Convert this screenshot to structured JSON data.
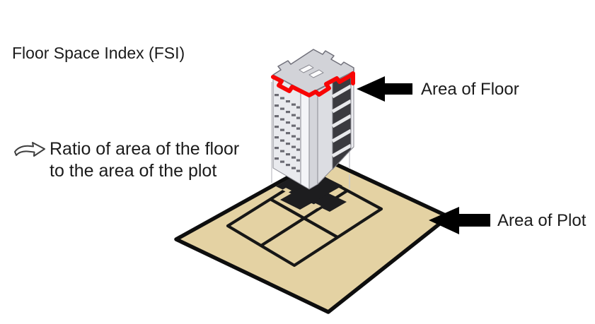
{
  "title": "Floor Space Index (FSI)",
  "definition": {
    "line1": "Ratio of area of the floor",
    "line2": "to the area of the plot",
    "arrow_icon": "curved-right-arrow"
  },
  "callouts": {
    "floor": {
      "label": "Area of Floor",
      "arrow_icon": "left-block-arrow"
    },
    "plot": {
      "label": "Area of Plot",
      "arrow_icon": "left-block-arrow"
    }
  },
  "diagram": {
    "building": "isometric high-rise tower with red-highlighted top floor outline",
    "plot": "tan isometric plot with 2x2 grid and black building footprint"
  },
  "colors": {
    "background": "#ffffff",
    "text": "#1b1b1b",
    "plot_fill": "#e4d2a3",
    "plot_border": "#0e0e0e",
    "grid_line": "#161616",
    "footprint_black": "#1d1d1f",
    "floor_highlight_red": "#f80505",
    "building_roof": "#d2d3d8",
    "building_light_face": "#e9eaee",
    "building_dark_strip": "#3a3a3f",
    "arrow_black": "#000000"
  }
}
